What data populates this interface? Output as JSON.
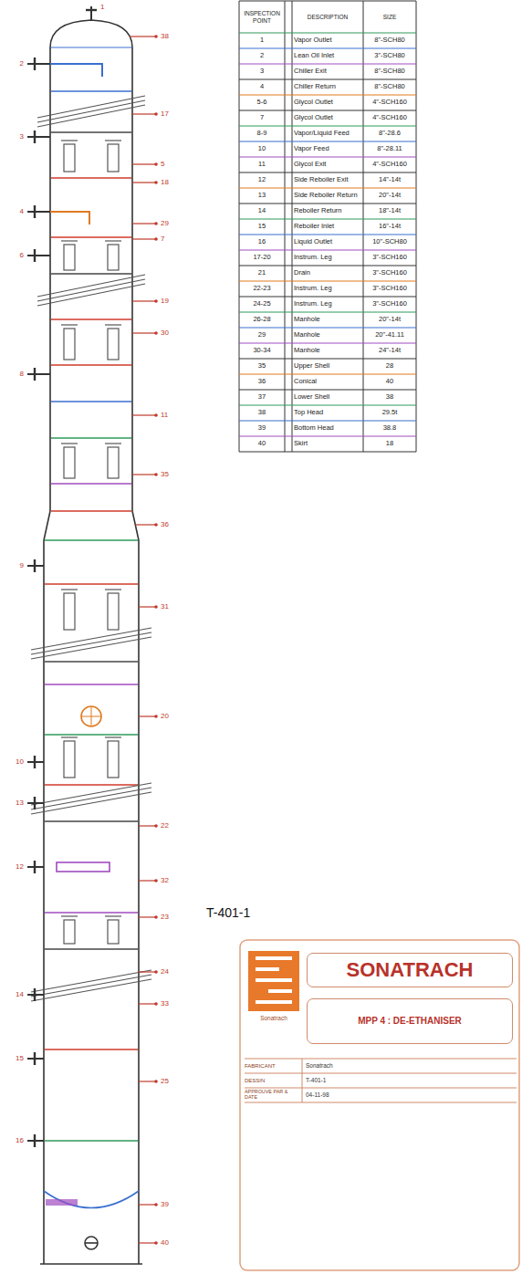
{
  "diagram": {
    "nodes": [
      {
        "text": [
          "SONATRACH"
        ]
      },
      {
        "text": [
          "MPP 4 : DE-ETHANISER"
        ]
      }
    ],
    "labels": [
      "INSPECTION POINT",
      "DESCRIPTION",
      "SIZE",
      "1",
      "Vapor Outlet",
      "8\"-SCH80",
      "2",
      "Lean Oil Inlet",
      "3\"-SCH80",
      "3",
      "Chiller Exit",
      "8\"-SCH80",
      "4",
      "Chiller Return",
      "8\"-SCH80",
      "5-6",
      "Glycol Outlet",
      "4\"-SCH160",
      "7",
      "Glycol Outlet",
      "4\"-SCH160",
      "8-9",
      "Vapor/Liquid Feed",
      "8\"-28.6",
      "10",
      "Vapor Feed",
      "8\"-28.11",
      "11",
      "Glycol Exit",
      "4\"-SCH160",
      "12",
      "Side Reboiler Exit",
      "14\"-14t",
      "13",
      "Side Reboiler Return",
      "20\"-14t",
      "14",
      "Reboiler Return",
      "18\"-14t",
      "15",
      "Reboiler Inlet",
      "16\"-14t",
      "16",
      "Liquid Outlet",
      "10\"-SCH80",
      "17-20",
      "Instrum. Leg",
      "3\"-SCH160",
      "21",
      "Drain",
      "3\"-SCH160",
      "22-23",
      "Instrum. Leg",
      "3\"-SCH160",
      "24-25",
      "Instrum. Leg",
      "3\"-SCH160",
      "26-28",
      "Manhole",
      "20\"-14t",
      "29",
      "Manhole",
      "20\"-41.11",
      "30-34",
      "Manhole",
      "24\"-14t",
      "35",
      "Upper Shell",
      "28",
      "36",
      "Conical",
      "40",
      "37",
      "Lower Shell",
      "38",
      "38",
      "Top Head",
      "29.5t",
      "39",
      "Bottom Head",
      "38.8",
      "40",
      "Skirt",
      "18",
      "2",
      "3",
      "4",
      "6",
      "8",
      "9",
      "10",
      "13",
      "12",
      "14",
      "15",
      "16",
      "1",
      "38",
      "17",
      "5",
      "18",
      "29",
      "7",
      "19",
      "30",
      "11",
      "35",
      "36",
      "31",
      "20",
      "22",
      "32",
      "23",
      "24",
      "33",
      "25",
      "39",
      "40",
      "T-401-1",
      "Sonatrach",
      "FABRICANT",
      "Sonatrach",
      "DESSIN",
      "T-401-1",
      "APPROUVE PAR & DATE",
      "04-11-98"
    ]
  }
}
